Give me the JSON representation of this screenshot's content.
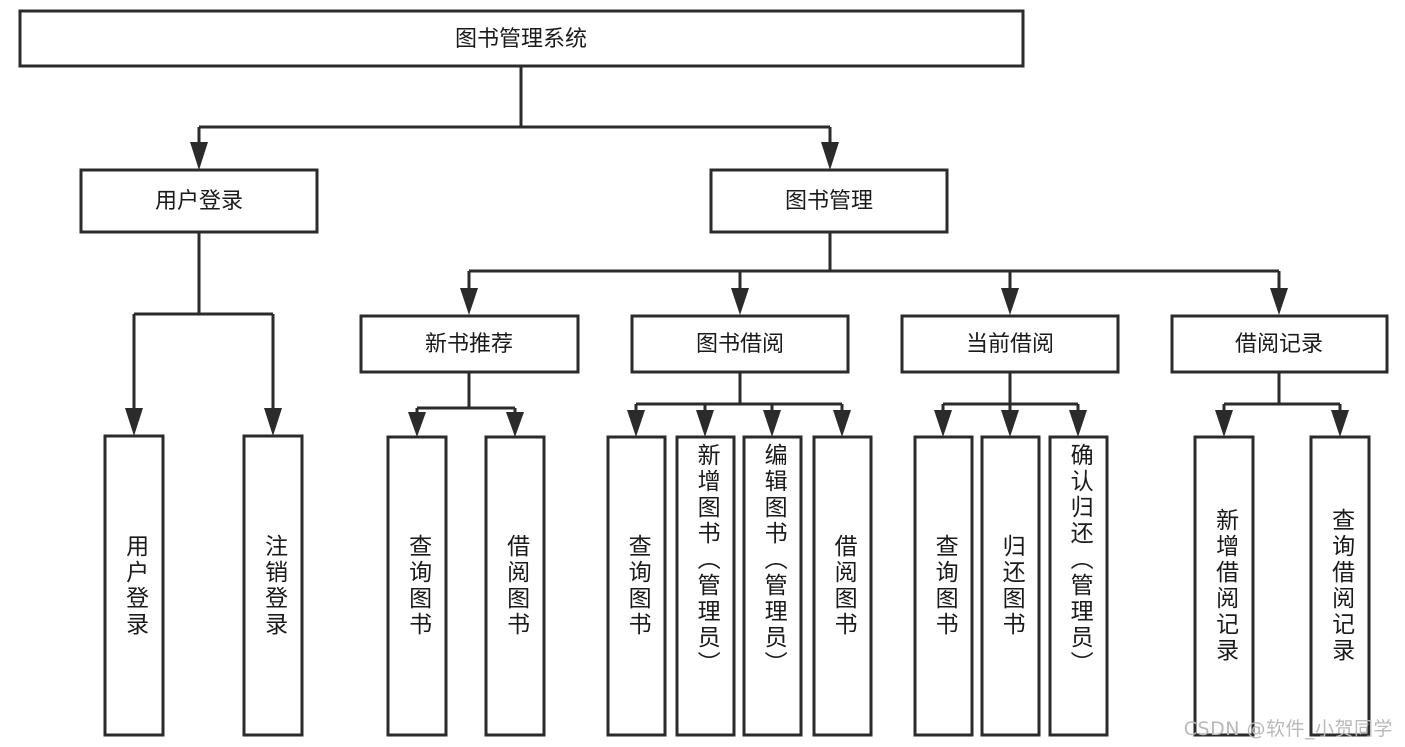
{
  "diagram": {
    "type": "tree",
    "orientation": "top-down",
    "title": "图书管理系统",
    "colors": {
      "box_stroke": "#2b2b2b",
      "box_fill": "#ffffff",
      "text": "#1a1a1a",
      "background": "#ffffff",
      "watermark": "#b9b9b9"
    },
    "root": {
      "label": "图书管理系统",
      "level": 0
    },
    "level2": [
      {
        "label": "用户登录"
      },
      {
        "label": "图书管理"
      }
    ],
    "level3": [
      {
        "label": "新书推荐"
      },
      {
        "label": "图书借阅"
      },
      {
        "label": "当前借阅"
      },
      {
        "label": "借阅记录"
      }
    ],
    "leaves": {
      "user_login": [
        {
          "label": "用户登录"
        },
        {
          "label": "注销登录"
        }
      ],
      "new_book_recommend": [
        {
          "label": "查询图书"
        },
        {
          "label": "借阅图书"
        }
      ],
      "book_borrow": [
        {
          "label": "查询图书"
        },
        {
          "label": "新增图书（管理员）"
        },
        {
          "label": "编辑图书（管理员）"
        },
        {
          "label": "借阅图书"
        }
      ],
      "current_borrow": [
        {
          "label": "查询图书"
        },
        {
          "label": "归还图书"
        },
        {
          "label": "确认归还（管理员）"
        }
      ],
      "borrow_record": [
        {
          "label": "新增借阅记录"
        },
        {
          "label": "查询借阅记录"
        }
      ]
    }
  },
  "watermark": {
    "text": "CSDN @软件_小贺同学"
  }
}
